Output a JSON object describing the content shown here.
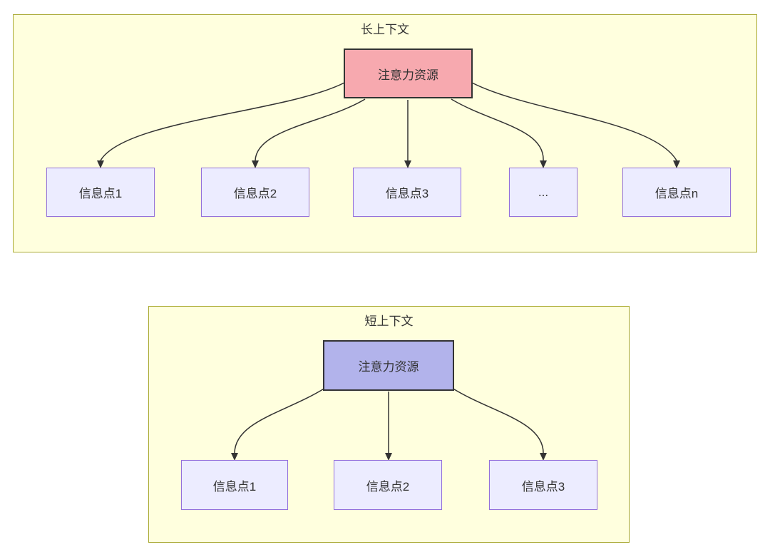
{
  "diagram": {
    "type": "flowchart",
    "sections": {
      "long": {
        "title": "长上下文",
        "attention_label": "注意力资源",
        "nodes": [
          "信息点1",
          "信息点2",
          "信息点3",
          "...",
          "信息点n"
        ],
        "edges": [
          {
            "from": "注意力资源",
            "to": "信息点1"
          },
          {
            "from": "注意力资源",
            "to": "信息点2"
          },
          {
            "from": "注意力资源",
            "to": "信息点3"
          },
          {
            "from": "注意力资源",
            "to": "..."
          },
          {
            "from": "注意力资源",
            "to": "信息点n"
          }
        ]
      },
      "short": {
        "title": "短上下文",
        "attention_label": "注意力资源",
        "nodes": [
          "信息点1",
          "信息点2",
          "信息点3"
        ],
        "edges": [
          {
            "from": "注意力资源",
            "to": "信息点1"
          },
          {
            "from": "注意力资源",
            "to": "信息点2"
          },
          {
            "from": "注意力资源",
            "to": "信息点3"
          }
        ]
      }
    },
    "colors": {
      "container_fill": "#FFFFDE",
      "container_border": "#AAAA33",
      "attention_long_fill": "#F7A9AF",
      "attention_short_fill": "#B2B3EB",
      "attention_border": "#333333",
      "info_node_fill": "#ECECFF",
      "info_node_border": "#9370DB",
      "edge_color": "#333333",
      "text_color": "#333333",
      "page_background": "#FFFFFF"
    }
  }
}
